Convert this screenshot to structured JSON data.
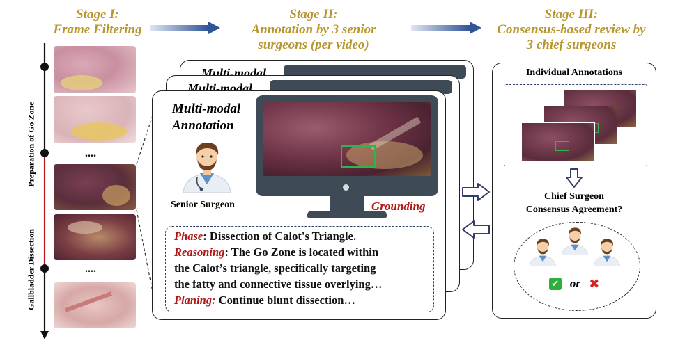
{
  "stages": {
    "s1_line1": "Stage I:",
    "s1_line2": "Frame Filtering",
    "s2_line1": "Stage II:",
    "s2_line2": "Annotation by 3 senior",
    "s2_line3": "surgeons (per video)",
    "s3_line1": "Stage III:",
    "s3_line2": "Consensus-based review by",
    "s3_line3": "3 chief surgeons"
  },
  "timeline": {
    "label_top": "Preparation of Go Zone",
    "label_bottom": "Gallbladder Dissection",
    "ellipsis_1": "....",
    "ellipsis_2": "...."
  },
  "annotation_card": {
    "back_title_1": "Multi-modal",
    "back_title_2": "Multi-modal",
    "title_line1": "Multi-modal",
    "title_line2": "Annotation",
    "surgeon_label": "Senior Surgeon",
    "grounding_label": "Grounding",
    "phase_key": "Phase",
    "phase_value": ": Dissection of Calot's Triangle.",
    "reasoning_key": "Reasoning",
    "reasoning_value": ": The Go Zone is located within",
    "reasoning_line2": "the Calot’s triangle, specifically targeting",
    "reasoning_line3": "the fatty and connective tissue overlying…",
    "planing_key": "Planing:",
    "planing_value": " Continue blunt dissection…"
  },
  "review_panel": {
    "individual_label": "Individual Annotations",
    "consensus_line1": "Chief Surgeon",
    "consensus_line2": "Consensus Agreement?",
    "or_label": "or",
    "check_icon": "✅",
    "cross_icon": "❌"
  },
  "colors": {
    "stage_title": "#b8962e",
    "key_red": "#b01818",
    "grounding_box": "#2fb34a",
    "timeline_red": "#b41a1a",
    "arrow_blue": "#2f5597"
  }
}
